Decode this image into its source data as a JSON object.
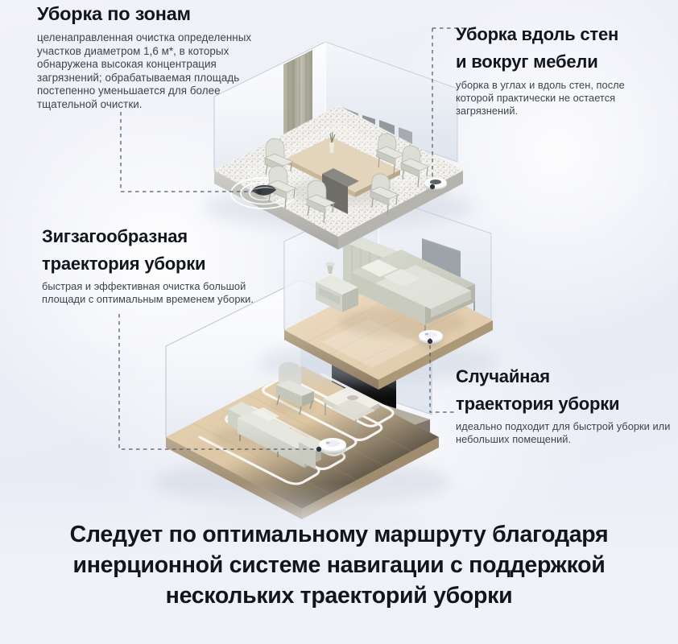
{
  "meta": {
    "accent_dark": "#12161c",
    "body_text": "#3d434b",
    "background": "#eef0f7",
    "connector": "#5a6472"
  },
  "blocks": {
    "zone": {
      "title": "Уборка по зонам",
      "body": "целенаправленная очистка определенных участков диаметром 1,6 м*, в которых обнаружена высокая концентрация загрязнений; обрабатываемая площадь постепенно уменьшается для более тщательной очистки."
    },
    "wall": {
      "title_line1": "Уборка вдоль стен",
      "title_line2": "и вокруг мебели",
      "body": "уборка в углах и вдоль стен, после которой практически не остается загрязнений."
    },
    "zigzag": {
      "title_line1": "Зигзагообразная",
      "title_line2": "траектория уборки",
      "body": "быстрая и эффективная очистка большой площади с оптимальным временем уборки."
    },
    "random": {
      "title_line1": "Случайная",
      "title_line2": "траектория уборки",
      "body": "идеально подходит для быстрой уборки или небольших помещений."
    }
  },
  "headline": {
    "line1": "Следует по оптимальному маршруту благодаря",
    "line2": "инерционной системе навигации с поддержкой",
    "line3": "нескольких траекторий уборки"
  },
  "scene": {
    "floors": [
      {
        "name": "dining-room",
        "floor_type": "terrazzo",
        "furniture": [
          "dining-table",
          "dining-chair",
          "wall-art-panels",
          "curtain",
          "vase"
        ],
        "robots": 2,
        "path": "zone-spiral"
      },
      {
        "name": "bedroom",
        "floor_type": "light-wood",
        "furniture": [
          "bed",
          "nightstand",
          "lamp",
          "wall-panel"
        ],
        "robots": 1,
        "path": "none"
      },
      {
        "name": "living-room",
        "floor_type": "oak-wood",
        "furniture": [
          "sofa",
          "armchair",
          "coffee-table",
          "tv",
          "media-console"
        ],
        "robots": 1,
        "path": "zigzag-serpentine"
      }
    ]
  }
}
